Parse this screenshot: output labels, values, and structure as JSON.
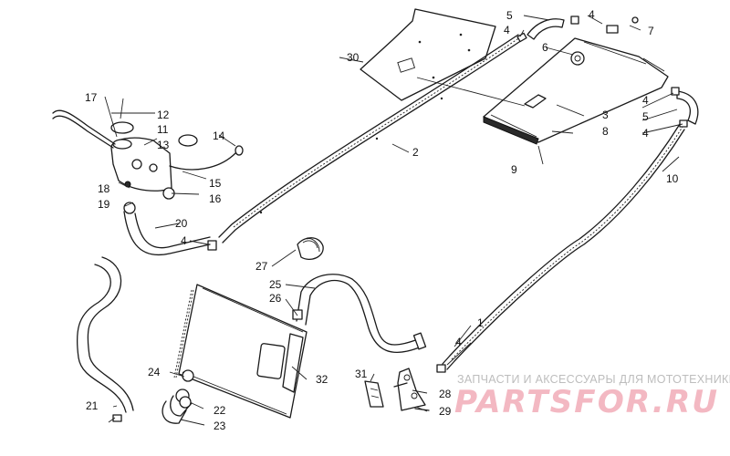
{
  "callouts": {
    "c1": "1",
    "c2": "2",
    "c3": "3",
    "c4a": "4",
    "c4b": "4",
    "c4c": "4",
    "c4d": "4",
    "c4e": "4",
    "c4f": "4",
    "c5a": "5",
    "c5b": "5",
    "c6": "6",
    "c7": "7",
    "c8": "8",
    "c9": "9",
    "c10": "10",
    "c11": "11",
    "c12": "12",
    "c13": "13",
    "c14": "14",
    "c15": "15",
    "c16": "16",
    "c17": "17",
    "c18": "18",
    "c19": "19",
    "c20": "20",
    "c21": "21",
    "c22": "22",
    "c23": "23",
    "c24": "24",
    "c25": "25",
    "c26": "26",
    "c27": "27",
    "c28": "28",
    "c29": "29",
    "c30": "30",
    "c31": "31",
    "c32": "32"
  },
  "watermark": {
    "tagline": "ЗАПЧАСТИ И АКСЕССУАРЫ ДЛЯ МОТОТЕХНИКИ",
    "logo": "PARTSFOR.RU",
    "color": "#f3b8c2"
  }
}
